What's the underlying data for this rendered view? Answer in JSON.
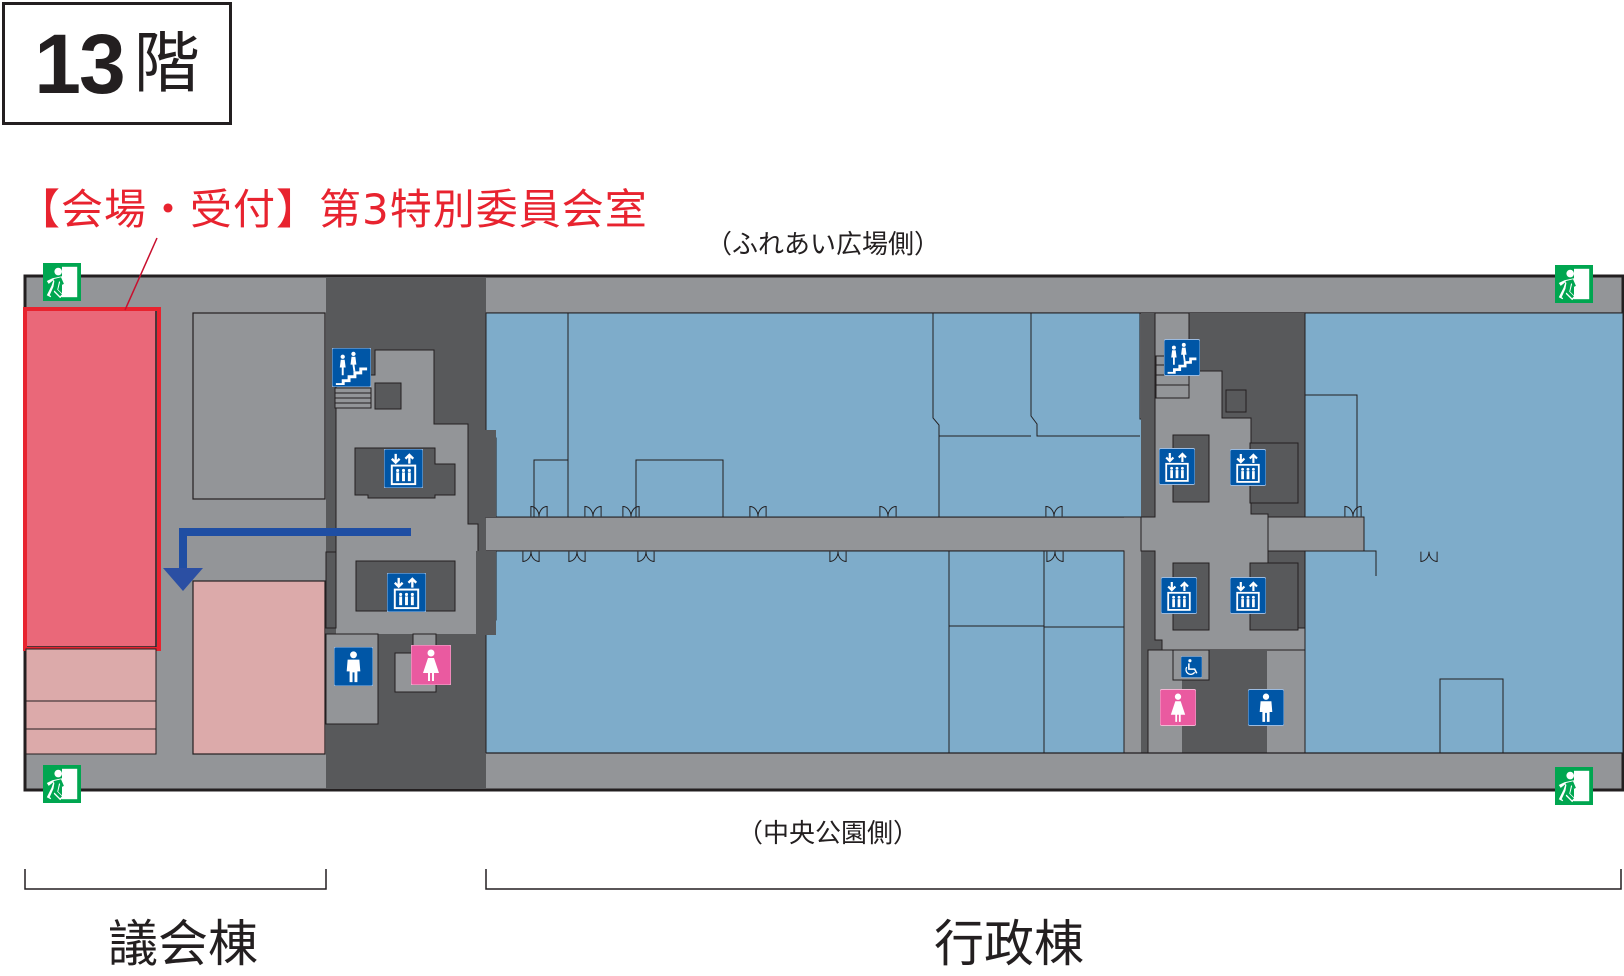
{
  "header": {
    "floor_number": "13",
    "floor_suffix": "階"
  },
  "venue": {
    "label": "【会場・受付】第3特別委員会室",
    "highlight_color": "#e8232f",
    "room_fill": "#ea6879"
  },
  "orientation": {
    "top_side": "（ふれあい広場側）",
    "bottom_side": "（中央公園側）"
  },
  "wings": [
    {
      "name": "議会棟"
    },
    {
      "name": "行政棟"
    }
  ],
  "legend_icons": {
    "emergency_exit": "emergency-exit-icon",
    "stairs": "stairs-icon",
    "elevator": "elevator-icon",
    "mens_restroom": "mens-restroom-icon",
    "womens_restroom": "womens-restroom-icon",
    "accessible_restroom": "wheelchair-icon"
  },
  "colors": {
    "corridor": "#939598",
    "core": "#58595b",
    "office": "#7eacca",
    "assembly_room": "#dcaaaa",
    "sign_blue": "#0056a6",
    "sign_pink": "#ea5aa0",
    "exit_green": "#00a650",
    "route_arrow": "#1f4ea3"
  }
}
